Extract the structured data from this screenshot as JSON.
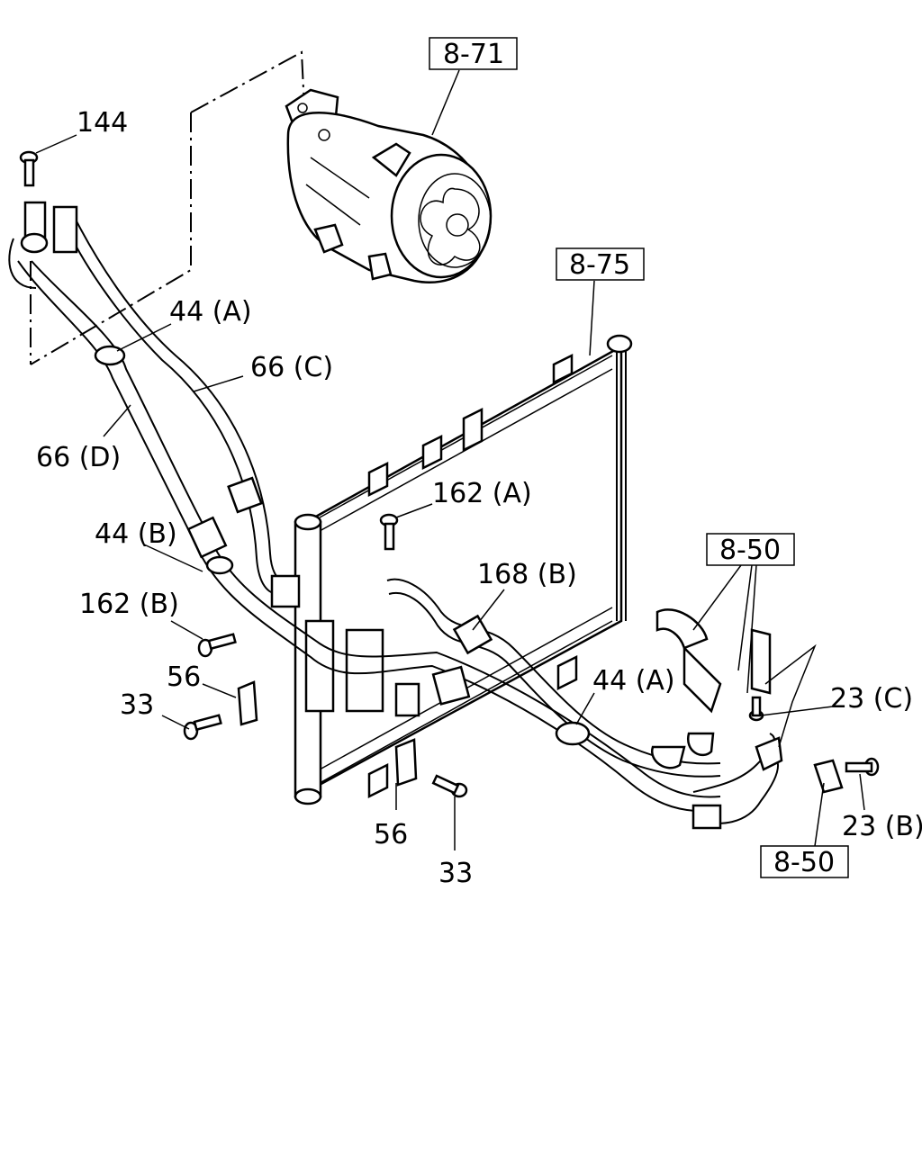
{
  "callouts": [
    {
      "id": "144",
      "text": "144"
    },
    {
      "id": "44a-top",
      "text": "44 (A)"
    },
    {
      "id": "66c",
      "text": "66 (C)"
    },
    {
      "id": "66d",
      "text": "66 (D)"
    },
    {
      "id": "44b",
      "text": "44 (B)"
    },
    {
      "id": "162b",
      "text": "162 (B)"
    },
    {
      "id": "56-left",
      "text": "56"
    },
    {
      "id": "33-left",
      "text": "33"
    },
    {
      "id": "162a",
      "text": "162 (A)"
    },
    {
      "id": "168b",
      "text": "168 (B)"
    },
    {
      "id": "44a-right",
      "text": "44 (A)"
    },
    {
      "id": "23c",
      "text": "23 (C)"
    },
    {
      "id": "23b",
      "text": "23 (B)"
    },
    {
      "id": "56-bottom",
      "text": "56"
    },
    {
      "id": "33-bottom",
      "text": "33"
    }
  ],
  "references": [
    {
      "id": "ref-8-71",
      "text": "8-71"
    },
    {
      "id": "ref-8-75",
      "text": "8-75"
    },
    {
      "id": "ref-8-50-top",
      "text": "8-50"
    },
    {
      "id": "ref-8-50-bottom",
      "text": "8-50"
    }
  ]
}
